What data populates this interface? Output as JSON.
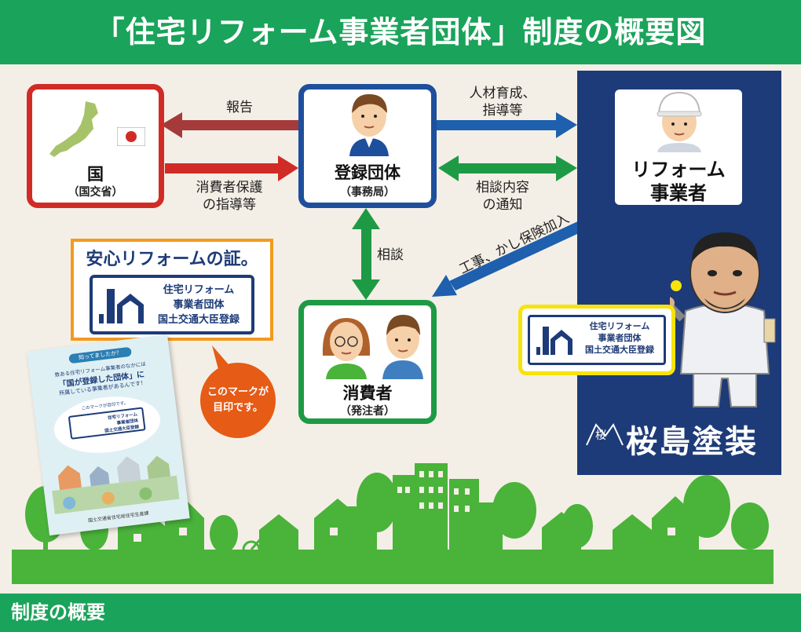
{
  "header": {
    "title": "「住宅リフォーム事業者団体」制度の概要図"
  },
  "footer": {
    "label": "制度の概要"
  },
  "nodes": {
    "government": {
      "name": "国",
      "sub": "（国交省）"
    },
    "registered_body": {
      "name": "登録団体",
      "sub": "（事務局）"
    },
    "reform_company": {
      "line1": "リフォーム",
      "line2": "事業者"
    },
    "consumer": {
      "name": "消費者",
      "sub": "（発注者）"
    }
  },
  "arrows": {
    "report": "報告",
    "consumer_protection": [
      "消費者保護",
      "の指導等"
    ],
    "training": [
      "人材育成、",
      "指導等"
    ],
    "consultation_notice": [
      "相談内容",
      "の通知"
    ],
    "consult": "相談",
    "construction": "工事、かし保険加入"
  },
  "mark": {
    "headline": "安心リフォームの証。",
    "line1": "住宅リフォーム",
    "line2": "事業者団体",
    "line3": "国土交通大臣登録",
    "bubble": [
      "このマークが",
      "目印です。"
    ]
  },
  "brand": {
    "name": "桜島塗装",
    "emblem": "桜"
  },
  "brochure": {
    "top": "知ってましたか？",
    "line1": "数ある住宅リフォーム事業者のなかには",
    "line2": "「国が登録した団体」に",
    "line3": "所属している事業者があるんです！",
    "line4": "このマークが目印です。",
    "footer": "国土交通省住宅局住宅生産課"
  },
  "colors": {
    "green": "#1aa35a",
    "red": "#d12b26",
    "blue": "#1e4f9c",
    "navy": "#1d3b78",
    "orange": "#f39a1e",
    "yellow": "#f7e30b",
    "bubble": "#e65b16"
  }
}
